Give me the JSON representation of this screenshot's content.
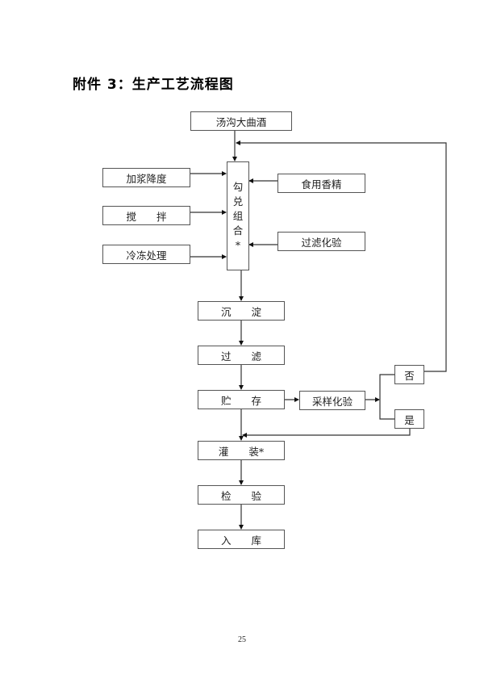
{
  "title": "附件 3：生产工艺流程图",
  "page_number": "25",
  "flow": {
    "source": "汤沟大曲酒",
    "blend": [
      "勾",
      "兑",
      "组",
      "合",
      "*"
    ],
    "left_inputs": [
      "加浆降度",
      "搅　　拌",
      "冷冻处理"
    ],
    "right_inputs": [
      "食用香精",
      "过滤化验"
    ],
    "steps": [
      "沉　　淀",
      "过　　滤",
      "贮　　存",
      "灌　　装*",
      "检　　验",
      "入　　库"
    ],
    "sampling": "采样化验",
    "decision_no": "否",
    "decision_yes": "是"
  }
}
